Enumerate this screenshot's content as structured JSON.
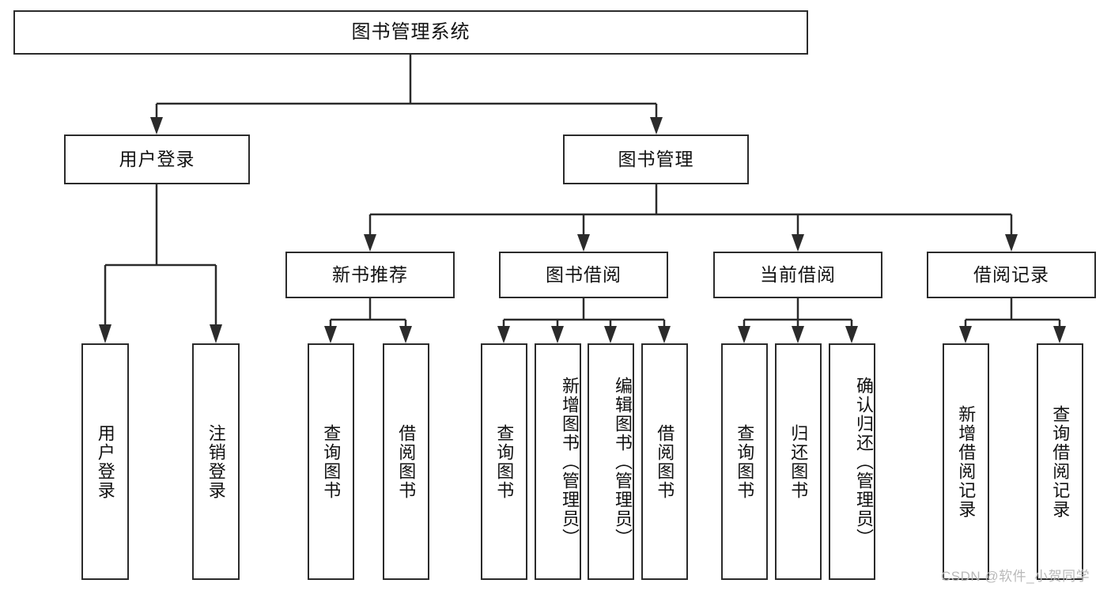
{
  "diagram": {
    "type": "tree",
    "title": "图书管理系统",
    "watermark": "CSDN @软件_小贺同学",
    "root": {
      "label": "图书管理系统"
    },
    "level1": [
      {
        "label": "用户登录"
      },
      {
        "label": "图书管理"
      }
    ],
    "level2": [
      {
        "label": "新书推荐"
      },
      {
        "label": "图书借阅"
      },
      {
        "label": "当前借阅"
      },
      {
        "label": "借阅记录"
      }
    ],
    "leaves": {
      "user_login": [
        {
          "label": "用户登录"
        },
        {
          "label": "注销登录"
        }
      ],
      "new_book_recommend": [
        {
          "label": "查询图书"
        },
        {
          "label": "借阅图书"
        }
      ],
      "book_borrow": [
        {
          "label": "查询图书"
        },
        {
          "label": "新增图书（管理员）"
        },
        {
          "label": "编辑图书（管理员）"
        },
        {
          "label": "借阅图书"
        }
      ],
      "current_borrow": [
        {
          "label": "查询图书"
        },
        {
          "label": "归还图书"
        },
        {
          "label": "确认归还（管理员）"
        }
      ],
      "borrow_records": [
        {
          "label": "新增借阅记录"
        },
        {
          "label": "查询借阅记录"
        }
      ]
    },
    "colors": {
      "stroke": "#2b2b2b",
      "background": "#ffffff",
      "text": "#111111",
      "watermark": "#b9b9b9"
    }
  }
}
